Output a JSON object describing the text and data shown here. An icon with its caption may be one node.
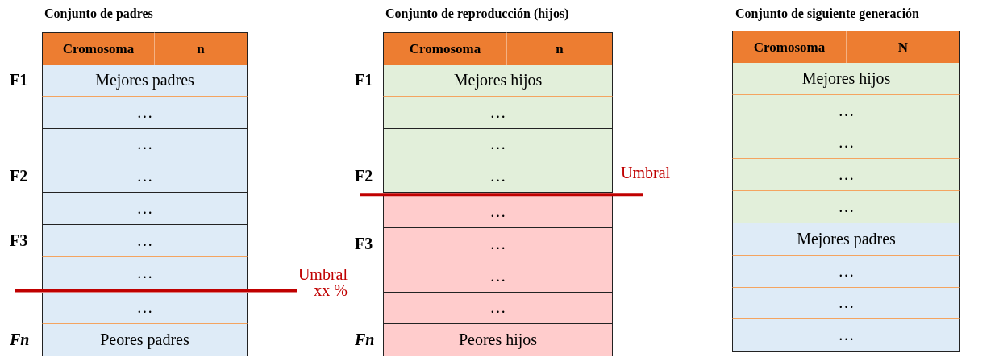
{
  "diagram": {
    "nodes": [
      {
        "text": [
          "Conjunto de padres"
        ]
      },
      {
        "text": [
          "Cromosoma"
        ],
        "in": 0
      },
      {
        "text": [
          "n"
        ],
        "in": 0
      },
      {
        "text": [
          "Mejores padres"
        ],
        "in": 0,
        "beside": [
          "F1"
        ]
      },
      {
        "text": [
          "…"
        ],
        "in": 0
      },
      {
        "text": [
          "…"
        ],
        "in": 0
      },
      {
        "text": [
          "…"
        ],
        "in": 0,
        "beside": [
          "F2"
        ]
      },
      {
        "text": [
          "…"
        ],
        "in": 0
      },
      {
        "text": [
          "…"
        ],
        "in": 0,
        "beside": [
          "F3"
        ]
      },
      {
        "text": [
          "…"
        ],
        "in": 0
      },
      {
        "text": [
          "…"
        ],
        "in": 0
      },
      {
        "text": [
          "Peores padres"
        ],
        "in": 0,
        "beside": [
          "Fn"
        ]
      },
      {
        "text": [
          "Conjunto de reproducción (hijos)"
        ]
      },
      {
        "text": [
          "Cromosoma"
        ],
        "in": 12
      },
      {
        "text": [
          "n"
        ],
        "in": 12
      },
      {
        "text": [
          "Mejores hijos"
        ],
        "in": 12,
        "beside": [
          "F1"
        ]
      },
      {
        "text": [
          "…"
        ],
        "in": 12
      },
      {
        "text": [
          "…"
        ],
        "in": 12
      },
      {
        "text": [
          "…"
        ],
        "in": 12,
        "beside": [
          "F2"
        ]
      },
      {
        "text": [
          "…"
        ],
        "in": 12
      },
      {
        "text": [
          "…"
        ],
        "in": 12,
        "beside": [
          "F3"
        ]
      },
      {
        "text": [
          "…"
        ],
        "in": 12
      },
      {
        "text": [
          "…"
        ],
        "in": 12
      },
      {
        "text": [
          "Peores hijos"
        ],
        "in": 12,
        "beside": [
          "Fn"
        ]
      },
      {
        "text": [
          "Conjunto de siguiente generación"
        ]
      },
      {
        "text": [
          "Cromosoma"
        ],
        "in": 24
      },
      {
        "text": [
          "N"
        ],
        "in": 24
      },
      {
        "text": [
          "Mejores hijos"
        ],
        "in": 24
      },
      {
        "text": [
          "…"
        ],
        "in": 24
      },
      {
        "text": [
          "…"
        ],
        "in": 24
      },
      {
        "text": [
          "…"
        ],
        "in": 24
      },
      {
        "text": [
          "…"
        ],
        "in": 24
      },
      {
        "text": [
          "Mejores padres"
        ],
        "in": 24
      },
      {
        "text": [
          "…"
        ],
        "in": 24
      },
      {
        "text": [
          "…"
        ],
        "in": 24
      },
      {
        "text": [
          "…"
        ],
        "in": 24
      }
    ],
    "labels": [
      "Umbral",
      "Umbral xx %"
    ]
  }
}
